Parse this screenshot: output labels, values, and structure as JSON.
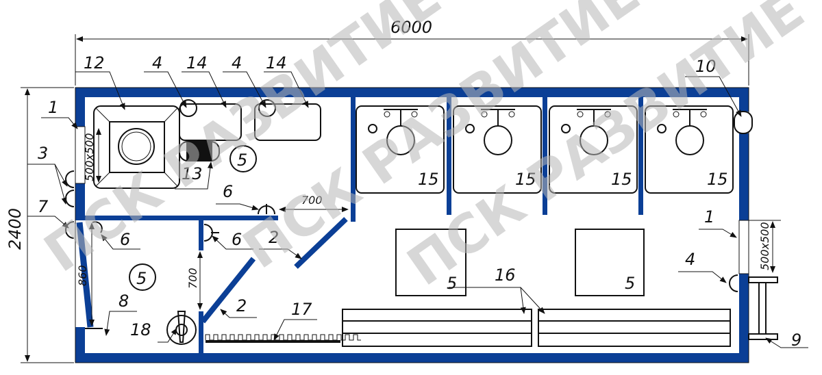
{
  "colors": {
    "wall": "#0b3f96",
    "line": "#111111",
    "watermark": "#b8b8b8"
  },
  "dimensions": {
    "length": "6000",
    "width": "2400",
    "window_left": "500x500",
    "window_right": "500x500",
    "passage_top": "700",
    "passage_vertical": "700",
    "door_width": "860"
  },
  "callouts": [
    "12",
    "4",
    "14",
    "4",
    "14",
    "10",
    "1",
    "3",
    "7",
    "6",
    "13",
    "6",
    "6",
    "2",
    "2",
    "8",
    "18",
    "17",
    "16",
    "1",
    "4",
    "9"
  ],
  "circled_labels": [
    "5",
    "5"
  ],
  "shower_labels": [
    "15",
    "15",
    "15",
    "15"
  ],
  "table_labels": [
    "5",
    "5"
  ],
  "watermark": "ПСК РАЗВИТИЕ"
}
